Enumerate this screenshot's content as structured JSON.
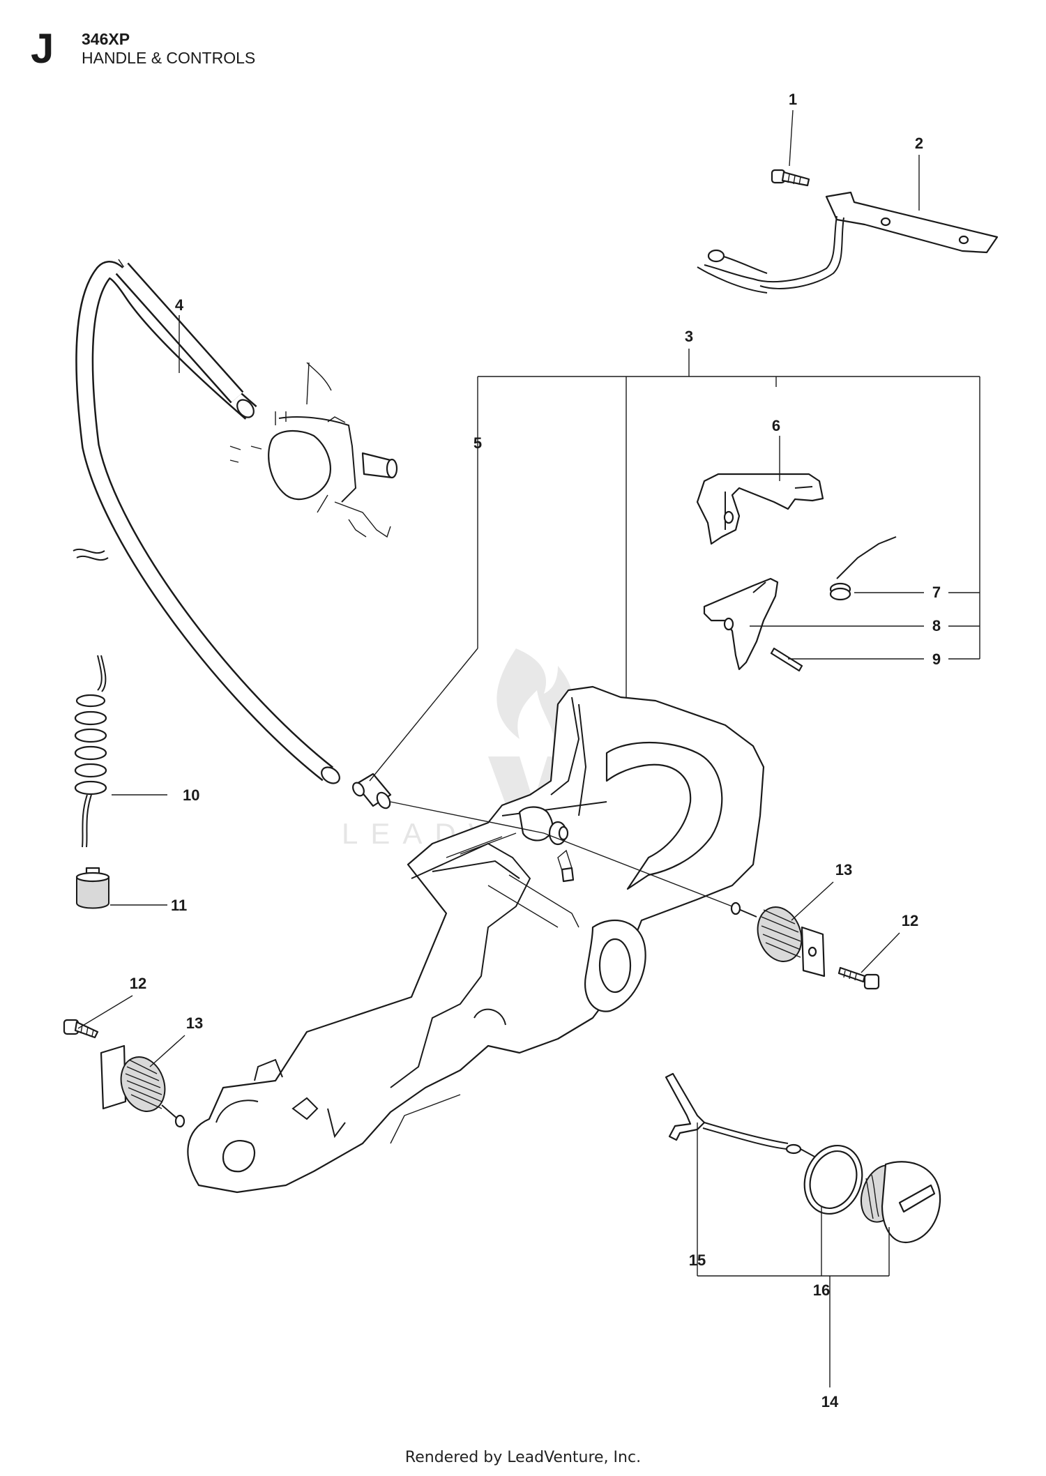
{
  "header": {
    "section_letter": "J",
    "model": "346XP",
    "title": "HANDLE & CONTROLS"
  },
  "watermark": {
    "text": "LEADVENTURE"
  },
  "callouts": {
    "c1": "1",
    "c2": "2",
    "c3": "3",
    "c4": "4",
    "c5": "5",
    "c6": "6",
    "c7": "7",
    "c8": "8",
    "c9": "9",
    "c10": "10",
    "c11": "11",
    "c12a": "12",
    "c12b": "12",
    "c13a": "13",
    "c13b": "13",
    "c14": "14",
    "c15": "15",
    "c16": "16"
  },
  "footer": {
    "text": "Rendered by LeadVenture, Inc."
  }
}
